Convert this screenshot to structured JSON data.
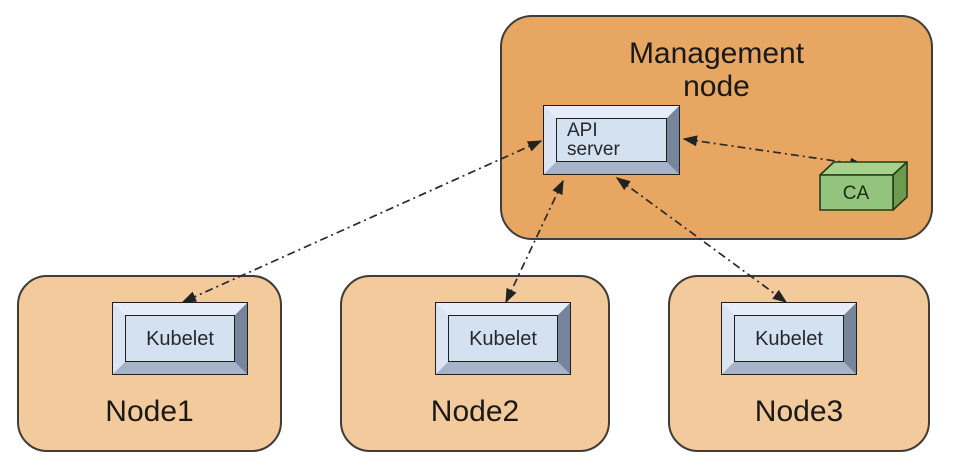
{
  "management_node": {
    "title": "Management\nnode",
    "api_server": {
      "label": "API\nserver"
    },
    "ca": {
      "label": "CA"
    }
  },
  "worker_nodes": [
    {
      "name": "Node1",
      "component": "Kubelet"
    },
    {
      "name": "Node2",
      "component": "Kubelet"
    },
    {
      "name": "Node3",
      "component": "Kubelet"
    }
  ],
  "edges": [
    {
      "from": "Kubelet (Node1)",
      "to": "API server",
      "style": "dash-dot",
      "arrows": "both"
    },
    {
      "from": "Kubelet (Node2)",
      "to": "API server",
      "style": "dash-dot",
      "arrows": "both"
    },
    {
      "from": "Kubelet (Node3)",
      "to": "API server",
      "style": "dash-dot",
      "arrows": "both"
    },
    {
      "from": "API server",
      "to": "CA",
      "style": "dash-dot",
      "arrows": "both"
    }
  ],
  "colors": {
    "management_node_fill": "#e7a763",
    "worker_node_fill": "#f2ca9c",
    "component_box_fill": "#d4e1f1",
    "ca_front_fill": "#93c47d",
    "ca_top_fill": "#a7d18c",
    "ca_side_fill": "#6c9a4e",
    "edge_color": "#2a2a2a",
    "background": "#ffffff"
  }
}
